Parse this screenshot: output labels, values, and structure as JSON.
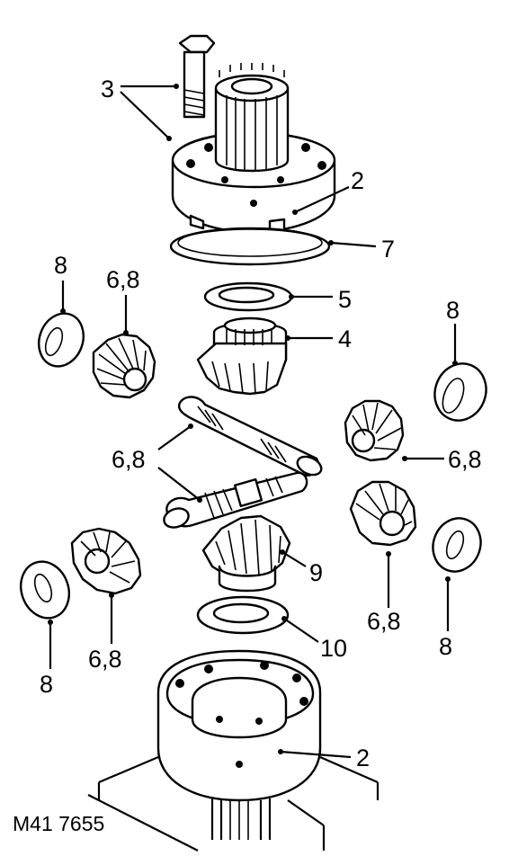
{
  "diagram": {
    "reference": "M41 7655",
    "callouts": [
      {
        "id": "c3",
        "text": "3"
      },
      {
        "id": "c2a",
        "text": "2"
      },
      {
        "id": "c7",
        "text": "7"
      },
      {
        "id": "c5",
        "text": "5"
      },
      {
        "id": "c4",
        "text": "4"
      },
      {
        "id": "c8a",
        "text": "8"
      },
      {
        "id": "c68a",
        "text": "6,8"
      },
      {
        "id": "c8b",
        "text": "8"
      },
      {
        "id": "c68b",
        "text": "6,8"
      },
      {
        "id": "c68c",
        "text": "6,8"
      },
      {
        "id": "c9",
        "text": "9"
      },
      {
        "id": "c68d",
        "text": "6,8"
      },
      {
        "id": "c8c",
        "text": "8"
      },
      {
        "id": "c10",
        "text": "10"
      },
      {
        "id": "c8d",
        "text": "8"
      },
      {
        "id": "c68e",
        "text": "6,8"
      },
      {
        "id": "c2b",
        "text": "2"
      }
    ]
  }
}
